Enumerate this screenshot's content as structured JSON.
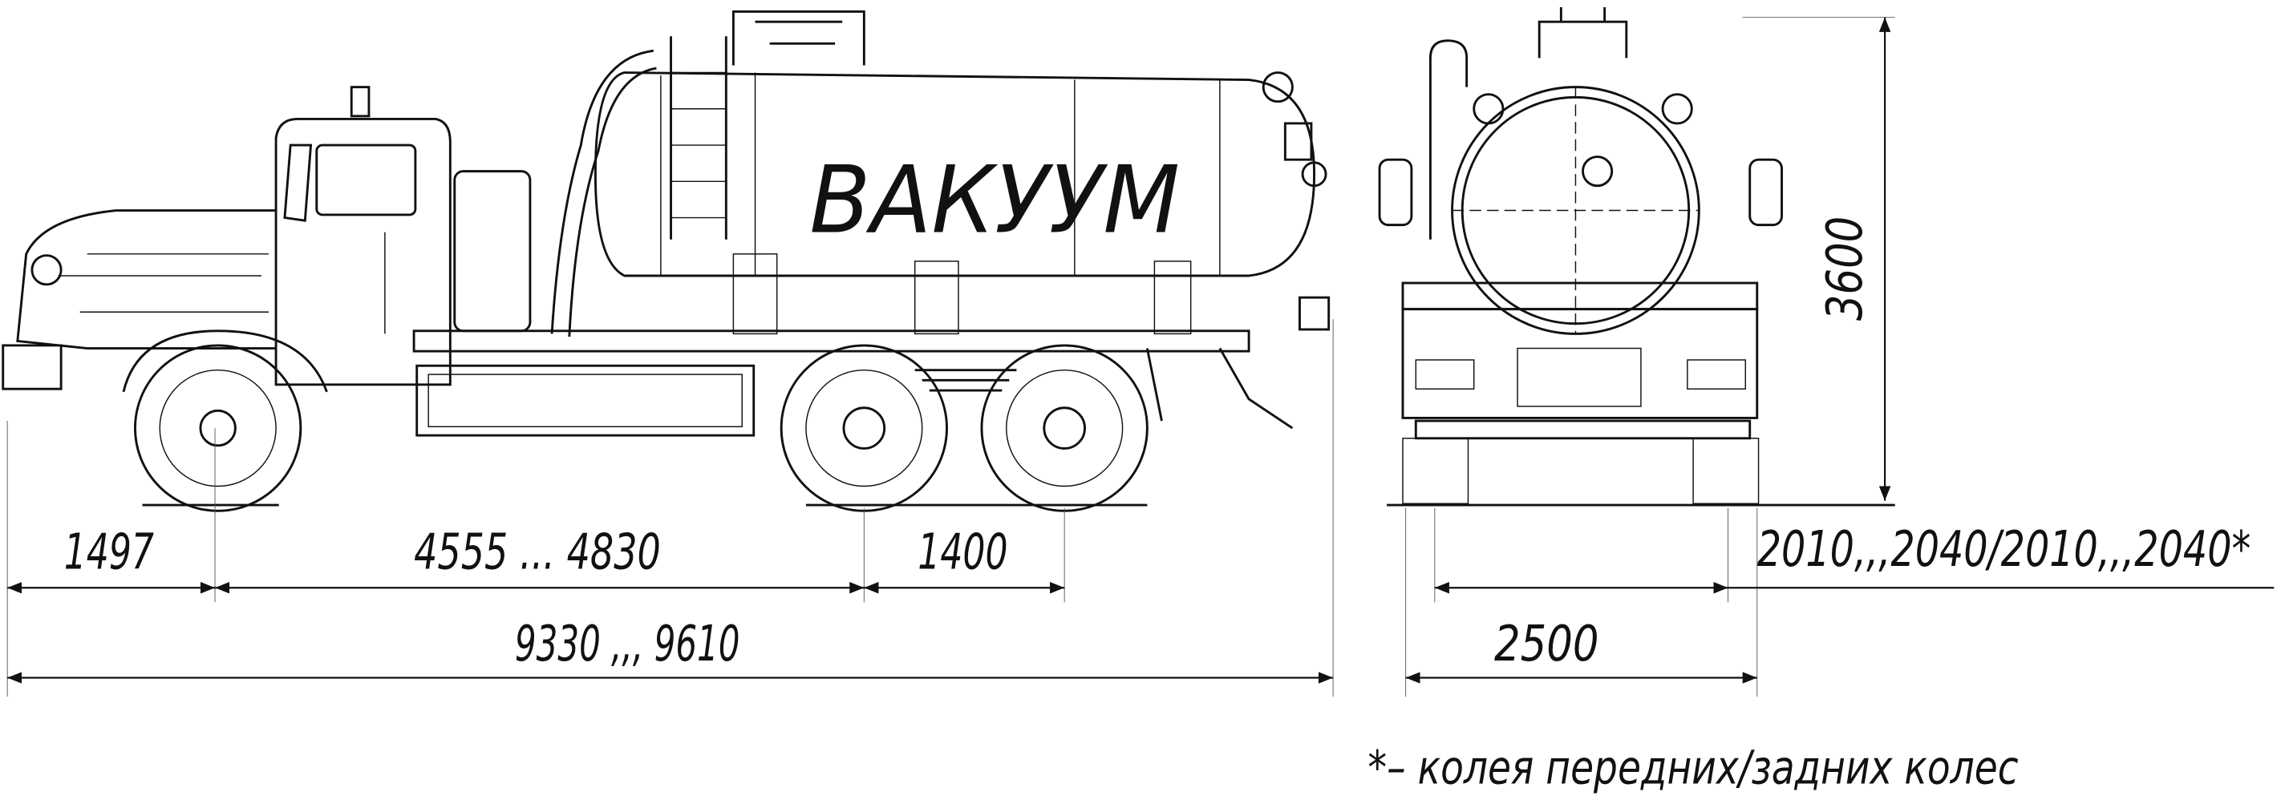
{
  "drawing": {
    "tank_label": "ВАКУУМ",
    "dimensions": {
      "front_overhang": "1497",
      "wheelbase": "4555 ... 4830",
      "rear_axle_spacing": "1400",
      "overall_length": "9330 ,,, 9610",
      "overall_width": "2500",
      "track": "2010,,,2040/2010,,,2040*",
      "overall_height": "3600"
    },
    "footnote": "*– колея передних/задних колес"
  },
  "colors": {
    "line": "#111111",
    "background": "#ffffff"
  }
}
